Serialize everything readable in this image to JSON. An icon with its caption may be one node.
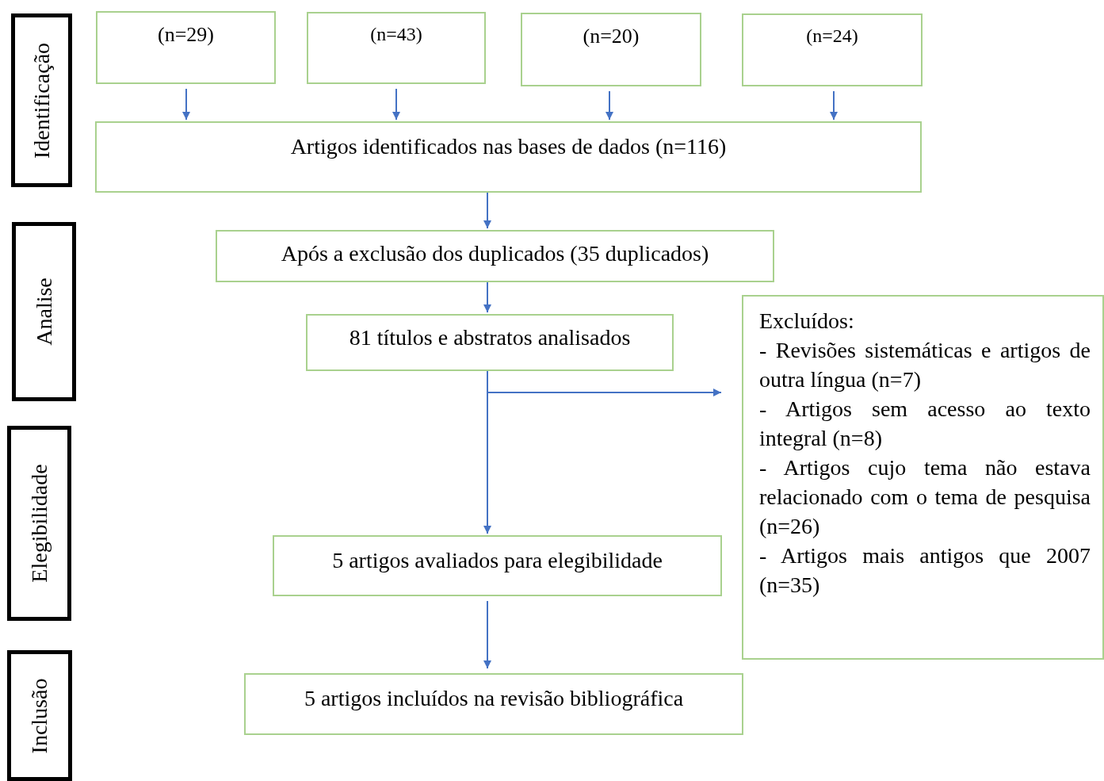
{
  "diagram": {
    "nodes": [
      {
        "text": [
          "Identificação"
        ]
      },
      {
        "text": [
          "Analise"
        ]
      },
      {
        "text": [
          "Elegibilidade"
        ]
      },
      {
        "text": [
          "Inclusão"
        ]
      },
      {
        "text": [
          "(n=29)"
        ]
      },
      {
        "text": [
          "(n=43)"
        ]
      },
      {
        "text": [
          "(n=20)"
        ]
      },
      {
        "text": [
          "(n=24)"
        ]
      },
      {
        "text": [
          "Artigos identificados nas bases de dados (n=116)"
        ]
      },
      {
        "text": [
          "Após a exclusão dos duplicados (35 duplicados)"
        ]
      },
      {
        "text": [
          "81 títulos e abstratos analisados"
        ]
      },
      {
        "text": [
          "Excluídos:",
          "- Revisões sistemáticas e artigos de outra língua (n=7)",
          "- Artigos sem acesso ao texto integral (n=8)",
          "- Artigos cujo tema não estava relacionado com o tema de pesquisa (n=26)",
          "- Artigos mais antigos que 2007 (n=35)"
        ]
      },
      {
        "text": [
          "5 artigos avaliados para elegibilidade"
        ]
      },
      {
        "text": [
          "5 artigos incluídos na revisão bibliográfica"
        ]
      }
    ],
    "edges": [
      {
        "from": 4,
        "to": 8,
        "arrow": "to"
      },
      {
        "from": 5,
        "to": 8,
        "arrow": "to"
      },
      {
        "from": 6,
        "to": 8,
        "arrow": "to"
      },
      {
        "from": 7,
        "to": 8,
        "arrow": "to"
      },
      {
        "from": 8,
        "to": 9,
        "arrow": "to"
      },
      {
        "from": 9,
        "to": 10,
        "arrow": "to"
      },
      {
        "from": 10,
        "to": 12,
        "arrow": "to"
      },
      {
        "from": 10,
        "to": 11,
        "arrow": "to"
      },
      {
        "from": 12,
        "to": 13,
        "arrow": "to"
      }
    ]
  }
}
